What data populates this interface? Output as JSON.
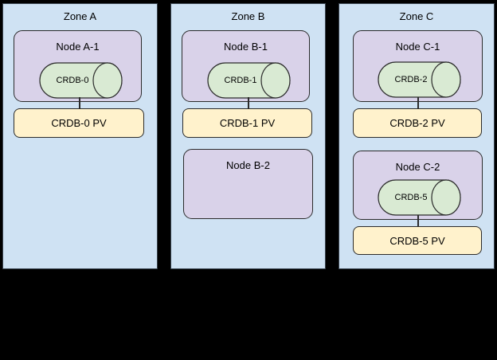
{
  "colors": {
    "background": "#000000",
    "zone-fill": "#cfe2f3",
    "node-fill": "#d9d2e9",
    "db-fill": "#d9ead3",
    "pv-fill": "#fff2cc",
    "stroke": "#2b2b2b",
    "text": "#000000"
  },
  "zones": [
    {
      "label": "Zone A",
      "groups": [
        {
          "node_label": "Node A-1",
          "db_label": "CRDB-0",
          "pv_label": "CRDB-0 PV"
        }
      ]
    },
    {
      "label": "Zone B",
      "groups": [
        {
          "node_label": "Node B-1",
          "db_label": "CRDB-1",
          "pv_label": "CRDB-1 PV"
        },
        {
          "node_label": "Node B-2"
        }
      ]
    },
    {
      "label": "Zone C",
      "groups": [
        {
          "node_label": "Node C-1",
          "db_label": "CRDB-2",
          "pv_label": "CRDB-2 PV"
        },
        {
          "node_label": "Node C-2",
          "db_label": "CRDB-5",
          "pv_label": "CRDB-5 PV"
        }
      ]
    }
  ]
}
